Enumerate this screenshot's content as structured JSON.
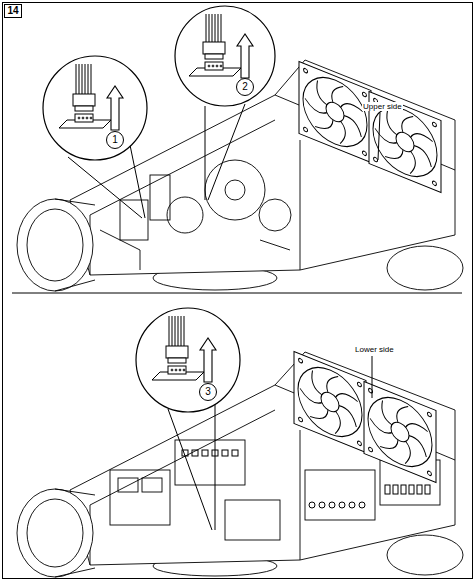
{
  "diagram": {
    "nodes": [
      {
        "text": [
          "14"
        ]
      },
      {
        "text": [
          "1"
        ]
      },
      {
        "text": [
          "2"
        ]
      },
      {
        "text": [
          "3"
        ]
      }
    ],
    "labels": [
      "Upper side",
      "Lower side"
    ]
  }
}
